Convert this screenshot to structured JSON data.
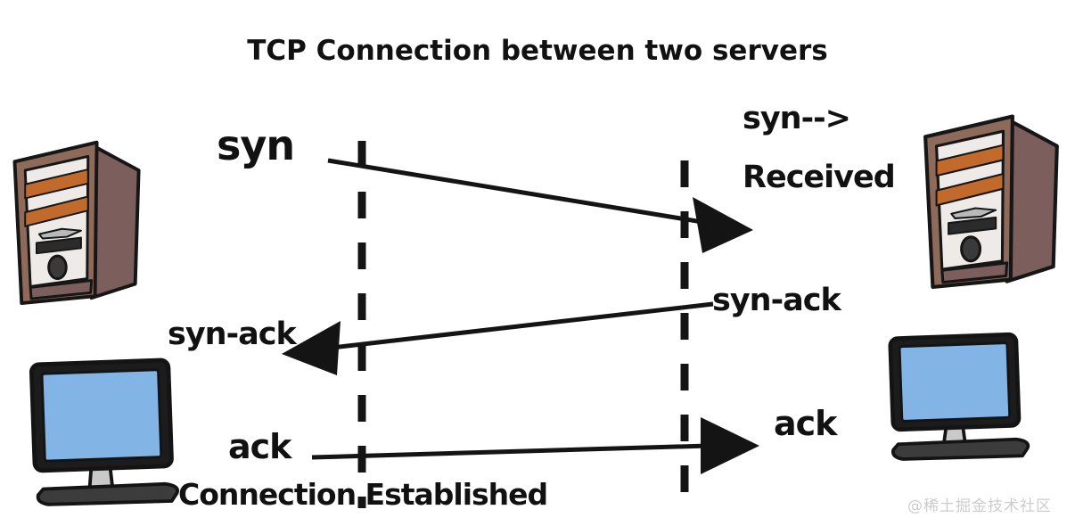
{
  "title": "TCP Connection between two servers",
  "watermark": "@稀土掘金技术社区",
  "handshake": {
    "step1": {
      "send_label": "syn",
      "receive_label_line1": "syn-->",
      "receive_label_line2": "Received"
    },
    "step2": {
      "receive_label": "syn-ack",
      "send_label": "syn-ack"
    },
    "step3": {
      "send_label": "ack",
      "receive_label": "ack",
      "status": "Connection Established"
    }
  },
  "icons": {
    "left_top": "server-tower",
    "right_top": "server-tower",
    "left_bottom": "desktop-monitor",
    "right_bottom": "desktop-monitor"
  },
  "colors": {
    "ink": "#141414",
    "server_side_brown": "#7c5e5c",
    "server_frame_brown": "#8d6a5a",
    "server_panel_white": "#edeae7",
    "server_stripe_orange": "#c16a2b",
    "monitor_screen_blue": "#82b4e6",
    "monitor_base_gray": "#3c3c3c",
    "stand_gray": "#c9c9c9",
    "watermark_gray": "#cccccc"
  }
}
